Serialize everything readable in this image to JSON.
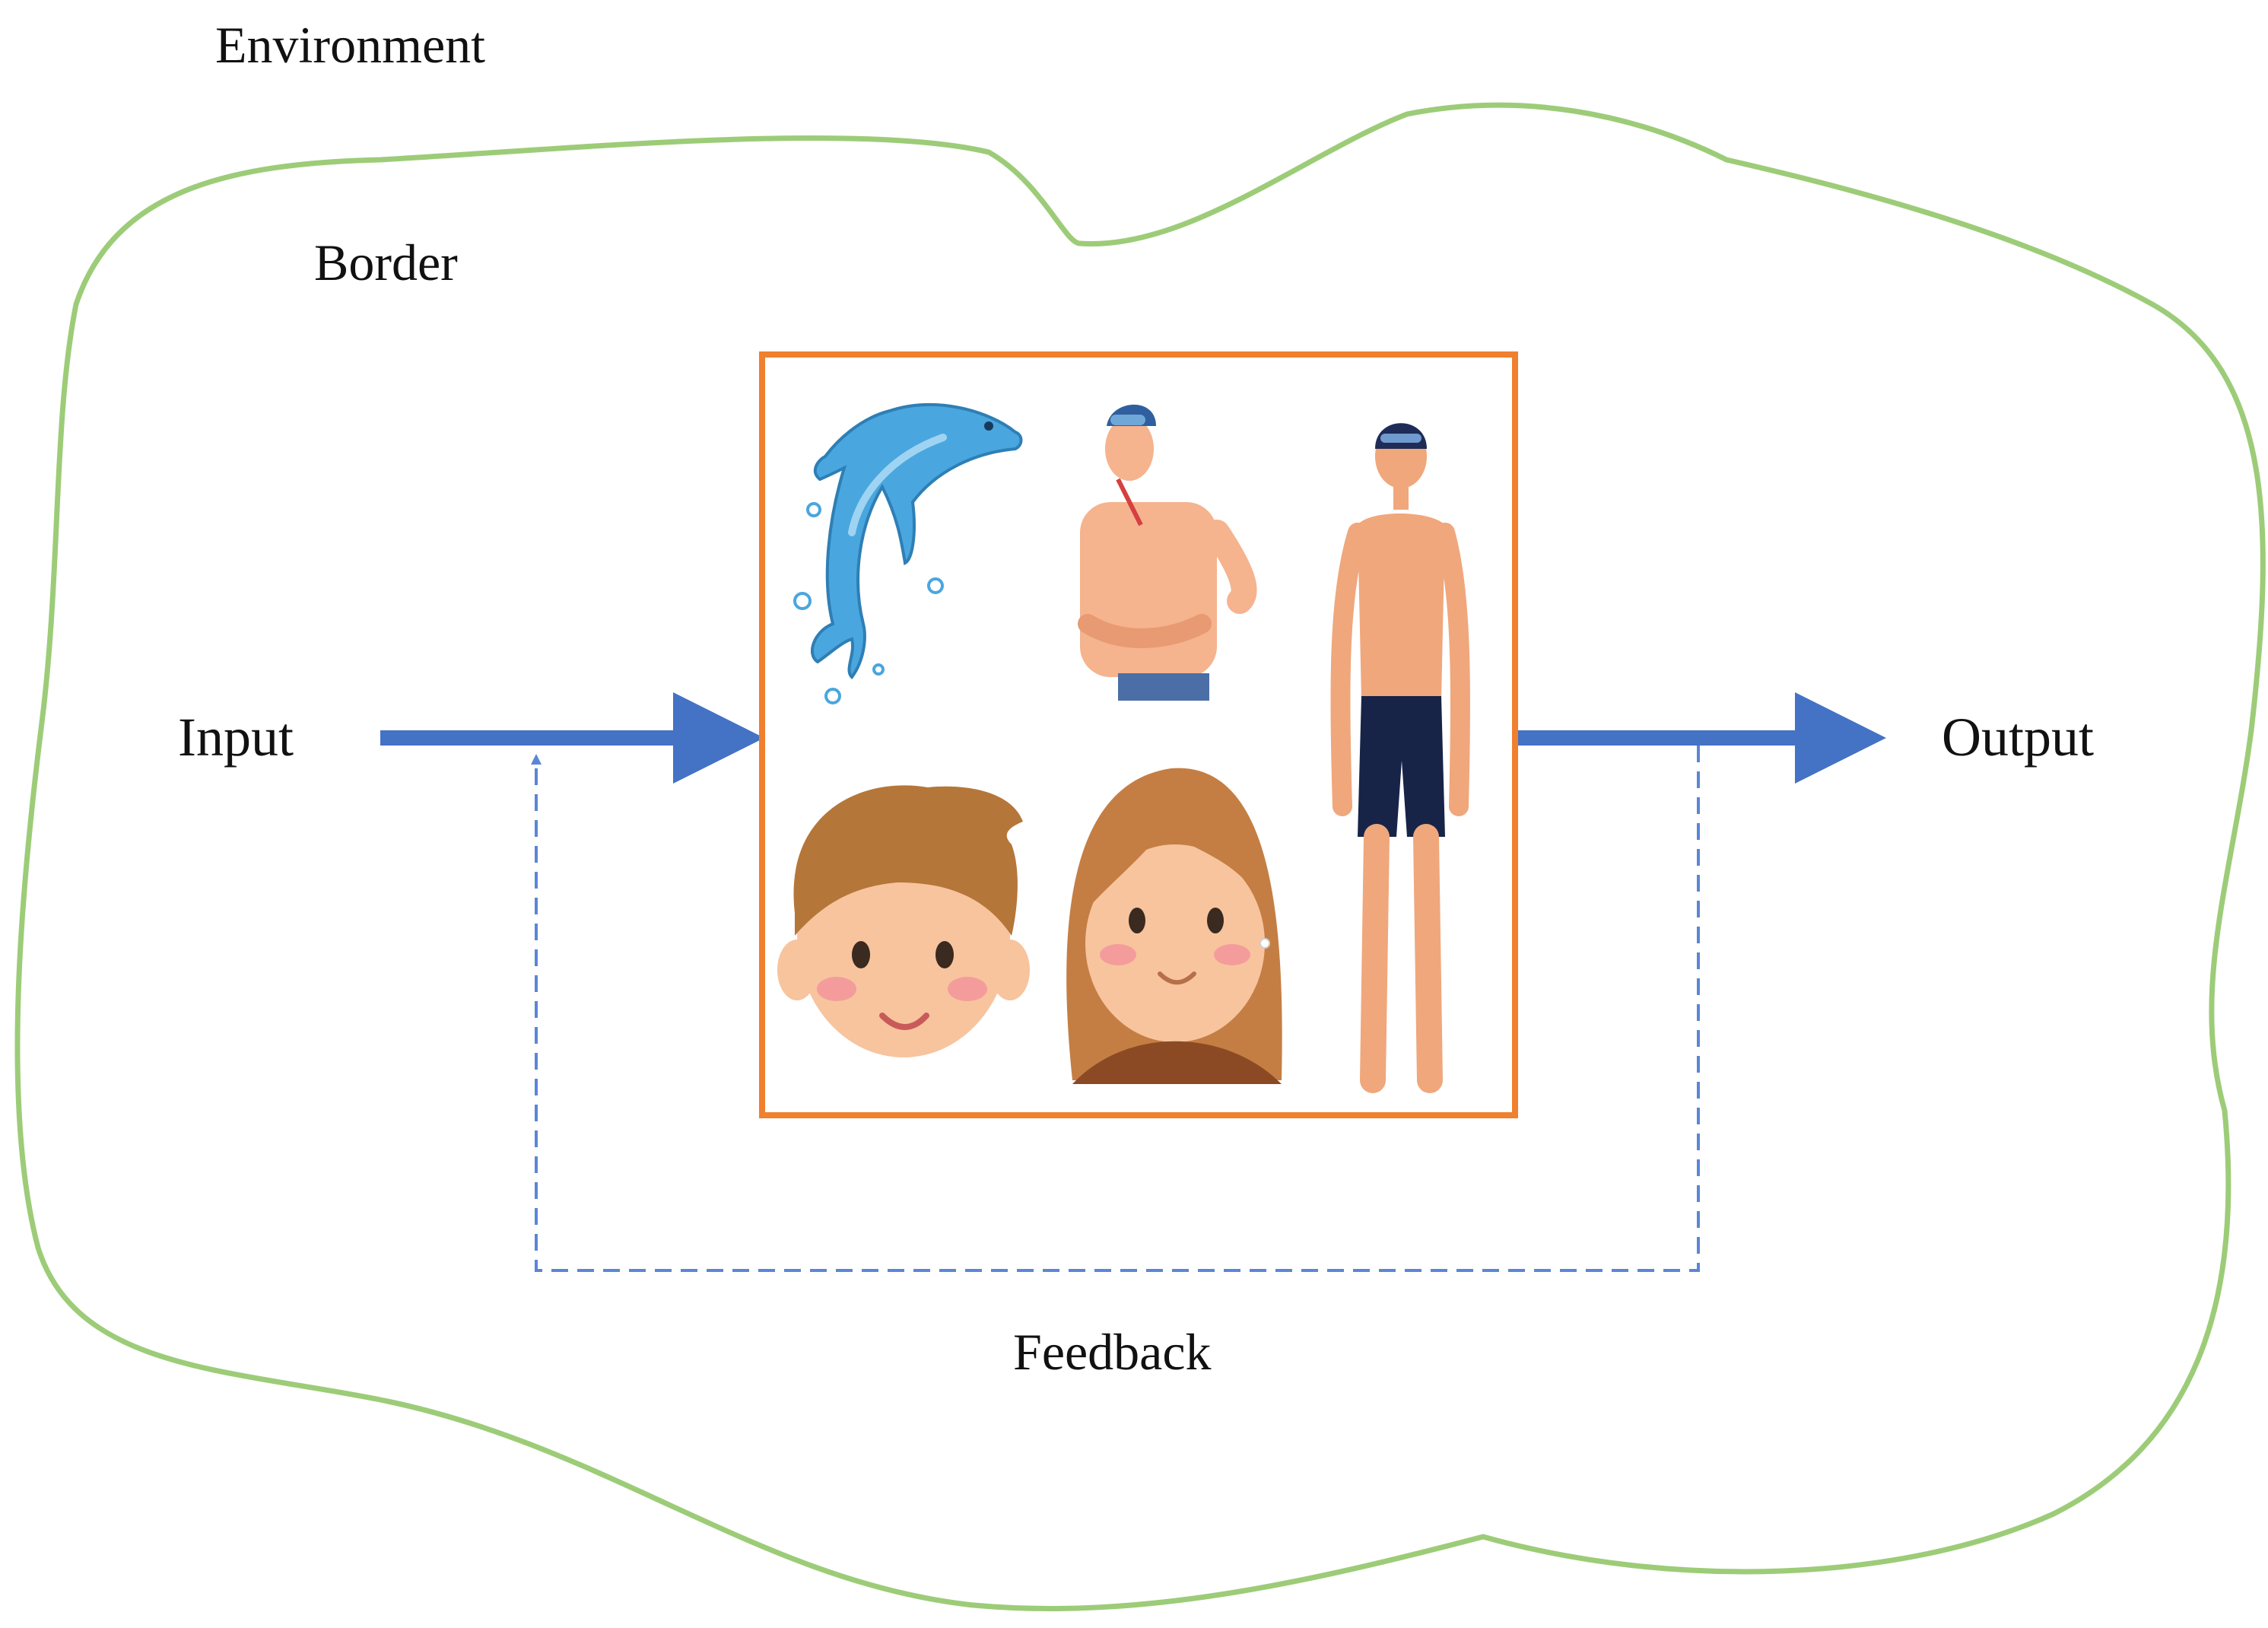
{
  "labels": {
    "environment": "Environment",
    "border": "Border",
    "input": "Input",
    "output": "Output",
    "feedback": "Feedback"
  },
  "colors": {
    "environment_outline": "#9DCC78",
    "system_box": "#F07F2E",
    "arrow": "#4472C4",
    "feedback_line": "#5B86D6",
    "dolphin": "#4AA6DE",
    "skin": "#F0A77C",
    "hair_boy": "#B57639",
    "hair_girl": "#C47E43",
    "trunks": "#172447"
  },
  "system_images": [
    {
      "name": "dolphin-icon"
    },
    {
      "name": "lifeguard-icon"
    },
    {
      "name": "swimmer-icon"
    },
    {
      "name": "boy-face-icon"
    },
    {
      "name": "girl-face-icon"
    }
  ]
}
